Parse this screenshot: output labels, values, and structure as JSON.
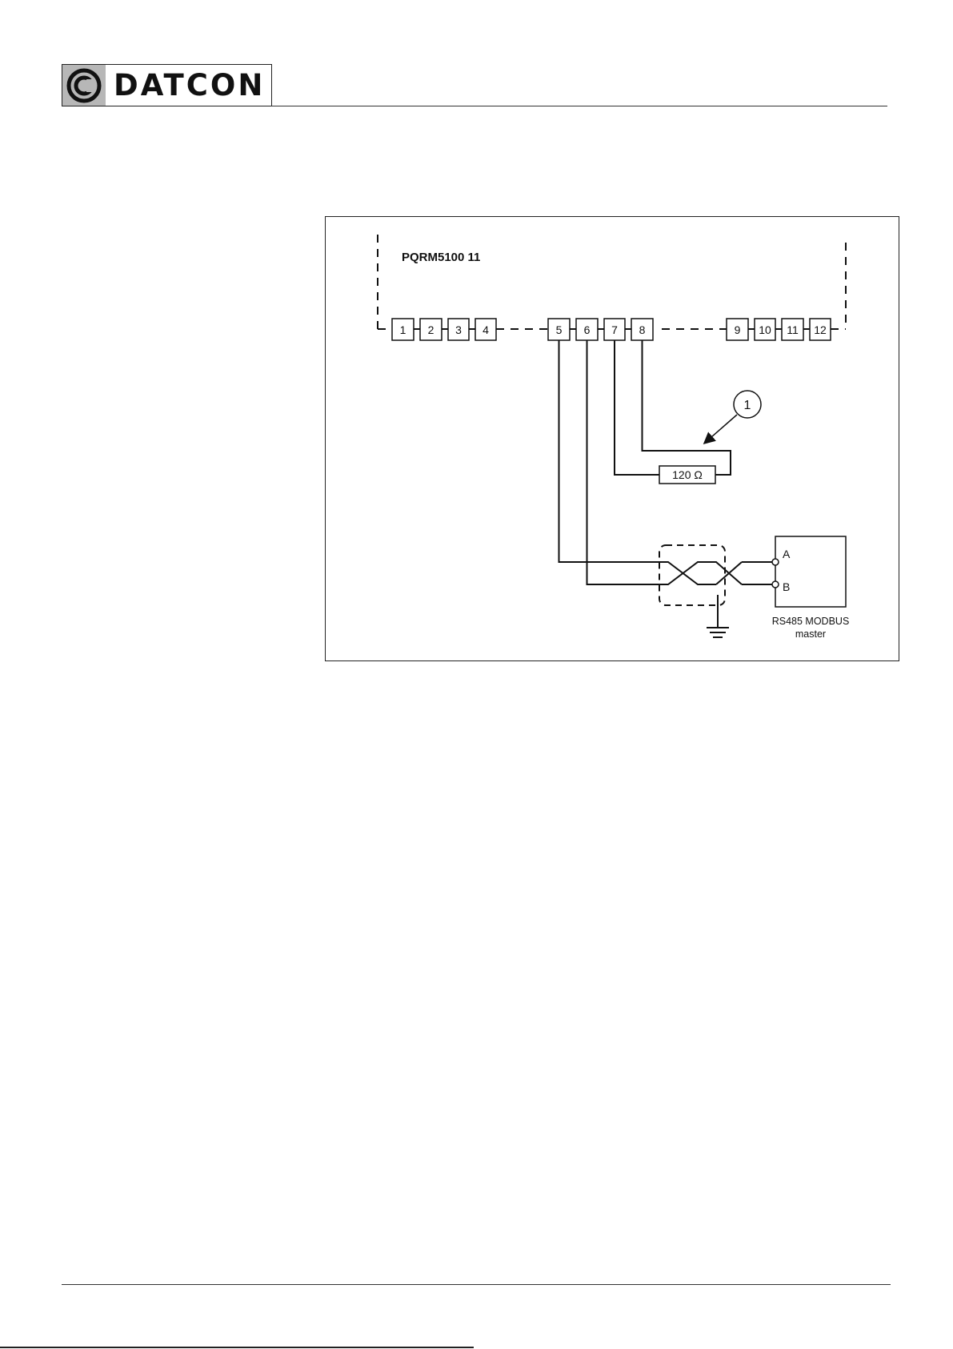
{
  "header": {
    "brand": "DATCON"
  },
  "diagram": {
    "device_label": "PQRM5100 11",
    "terminals": [
      "1",
      "2",
      "3",
      "4",
      "5",
      "6",
      "7",
      "8",
      "9",
      "10",
      "11",
      "12"
    ],
    "resistor_label": "120 Ω",
    "callout_number": "1",
    "master_terminal_a": "A",
    "master_terminal_b": "B",
    "master_label_line1": "RS485 MODBUS",
    "master_label_line2": "master"
  }
}
